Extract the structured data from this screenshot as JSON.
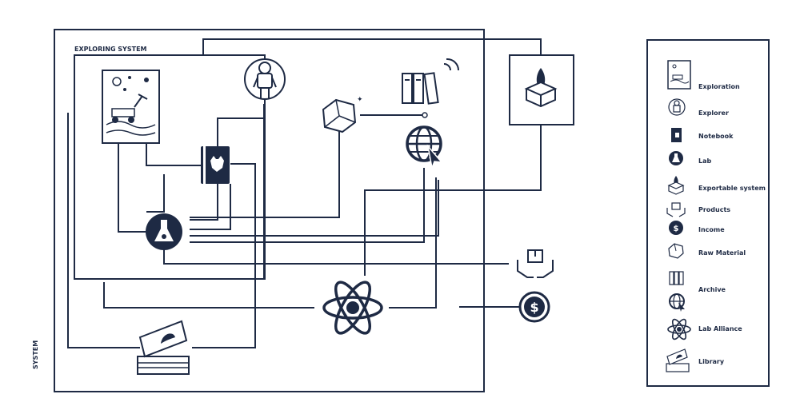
{
  "labels": {
    "system": "SYSTEM",
    "exploring_system": "EXPLORING SYSTEM"
  },
  "legend": [
    {
      "label": "Exploration",
      "icon": "exploration-icon"
    },
    {
      "label": "Explorer",
      "icon": "astronaut-icon"
    },
    {
      "label": "Notebook",
      "icon": "notebook-icon"
    },
    {
      "label": "Lab",
      "icon": "flask-icon"
    },
    {
      "label": "Exportable system",
      "icon": "rocket-box-icon"
    },
    {
      "label": "Products",
      "icon": "products-icon"
    },
    {
      "label": "Income",
      "icon": "dollar-icon"
    },
    {
      "label": "Raw Material",
      "icon": "raw-material-icon"
    },
    {
      "label": "Archive",
      "icon": "archive-icon"
    },
    {
      "label": "Lab Alliance",
      "icon": "atom-icon"
    },
    {
      "label": "Library",
      "icon": "library-icon"
    }
  ],
  "colors": {
    "ink": "#1e2a44",
    "background": "#ffffff"
  }
}
